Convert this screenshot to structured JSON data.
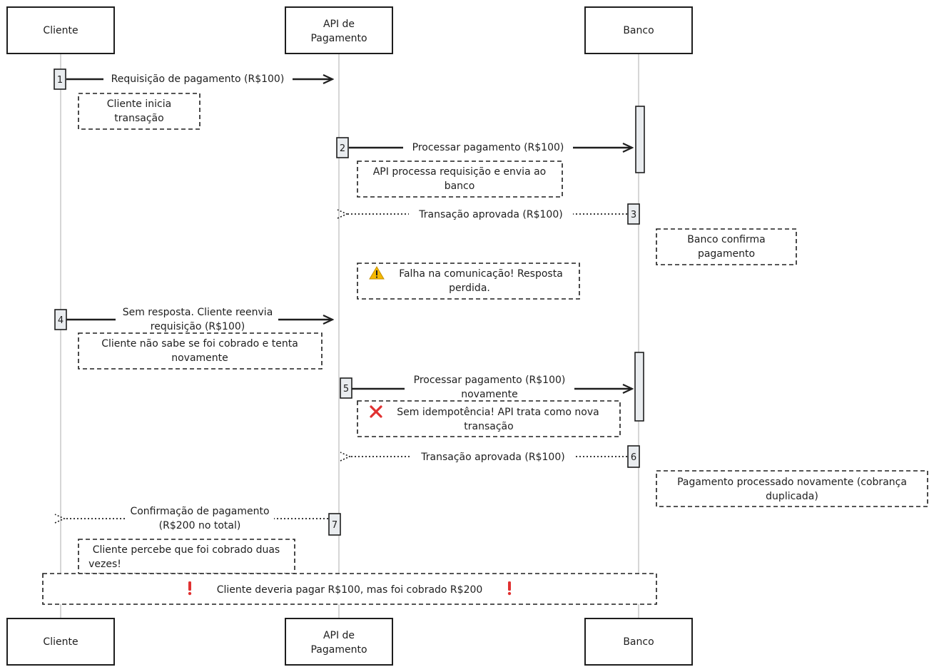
{
  "participants": [
    {
      "id": "cliente",
      "name": "Cliente"
    },
    {
      "id": "api",
      "name": "API de\nPagamento"
    },
    {
      "id": "banco",
      "name": "Banco"
    }
  ],
  "messages": [
    {
      "num": "1",
      "text": "Requisição de pagamento (R$100)",
      "style": "solid"
    },
    {
      "num": "2",
      "text": "Processar pagamento (R$100)",
      "style": "solid"
    },
    {
      "num": "3",
      "text": "Transação aprovada (R$100)",
      "style": "dotted"
    },
    {
      "num": "4",
      "text": "Sem resposta. Cliente reenvia\nrequisição (R$100)",
      "style": "solid"
    },
    {
      "num": "5",
      "text": "Processar pagamento (R$100)\nnovamente",
      "style": "solid"
    },
    {
      "num": "6",
      "text": "Transação aprovada (R$100)",
      "style": "dotted"
    },
    {
      "num": "7",
      "text": "Confirmação de pagamento\n(R$200 no total)",
      "style": "dotted"
    }
  ],
  "notes": [
    {
      "text": "Cliente inicia\ntransação",
      "icon": ""
    },
    {
      "text": "API processa requisição e envia ao\nbanco",
      "icon": ""
    },
    {
      "text": "Banco confirma\npagamento",
      "icon": ""
    },
    {
      "text": "Falha na comunicação! Resposta\nperdida.",
      "icon": "warning-icon"
    },
    {
      "text": "Cliente não sabe se foi cobrado e tenta\nnovamente",
      "icon": ""
    },
    {
      "text": "Sem idempotência! API trata como nova\ntransação",
      "icon": "cross-icon"
    },
    {
      "text": "Pagamento processado novamente (cobrança\nduplicada)",
      "icon": ""
    },
    {
      "text": "Cliente percebe que foi cobrado duas\nvezes!",
      "icon": ""
    },
    {
      "text": "Cliente deveria pagar R$100, mas foi cobrado R$200",
      "icon": "exclamation-icon"
    }
  ],
  "colors": {
    "stroke": "#1e1e1e",
    "lifeline": "#c8c8c8",
    "activation_fill": "#e9ecef",
    "warning": "#f5b800",
    "error": "#e03131"
  }
}
